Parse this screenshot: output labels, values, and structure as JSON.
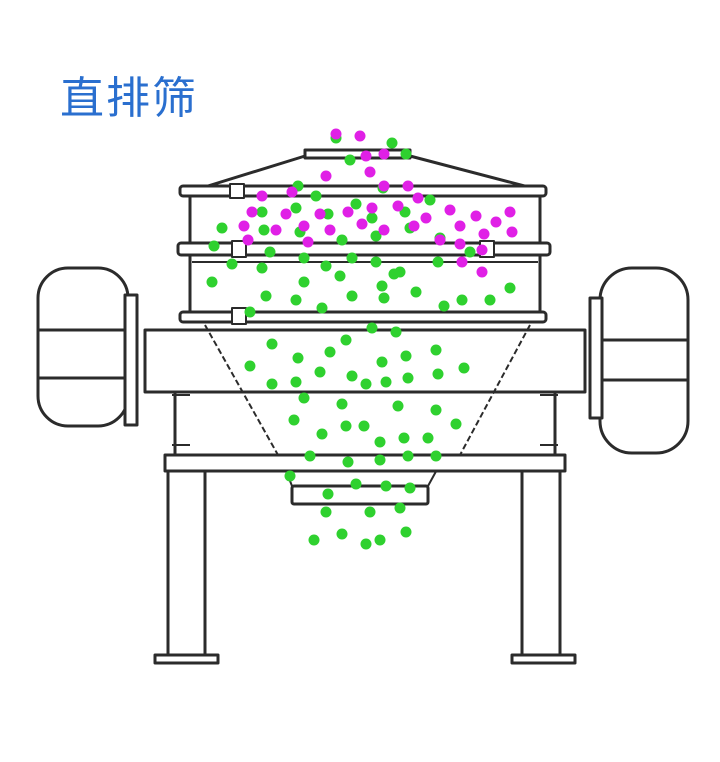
{
  "title": "直排筛",
  "colors": {
    "title": "#2a6fcf",
    "line": "#2b2b2b",
    "fine_particle": "#2fd12f",
    "coarse_particle": "#e020e6"
  },
  "legend_concept": {
    "fine_particle_icon": "green-dot",
    "coarse_particle_icon": "magenta-dot"
  }
}
